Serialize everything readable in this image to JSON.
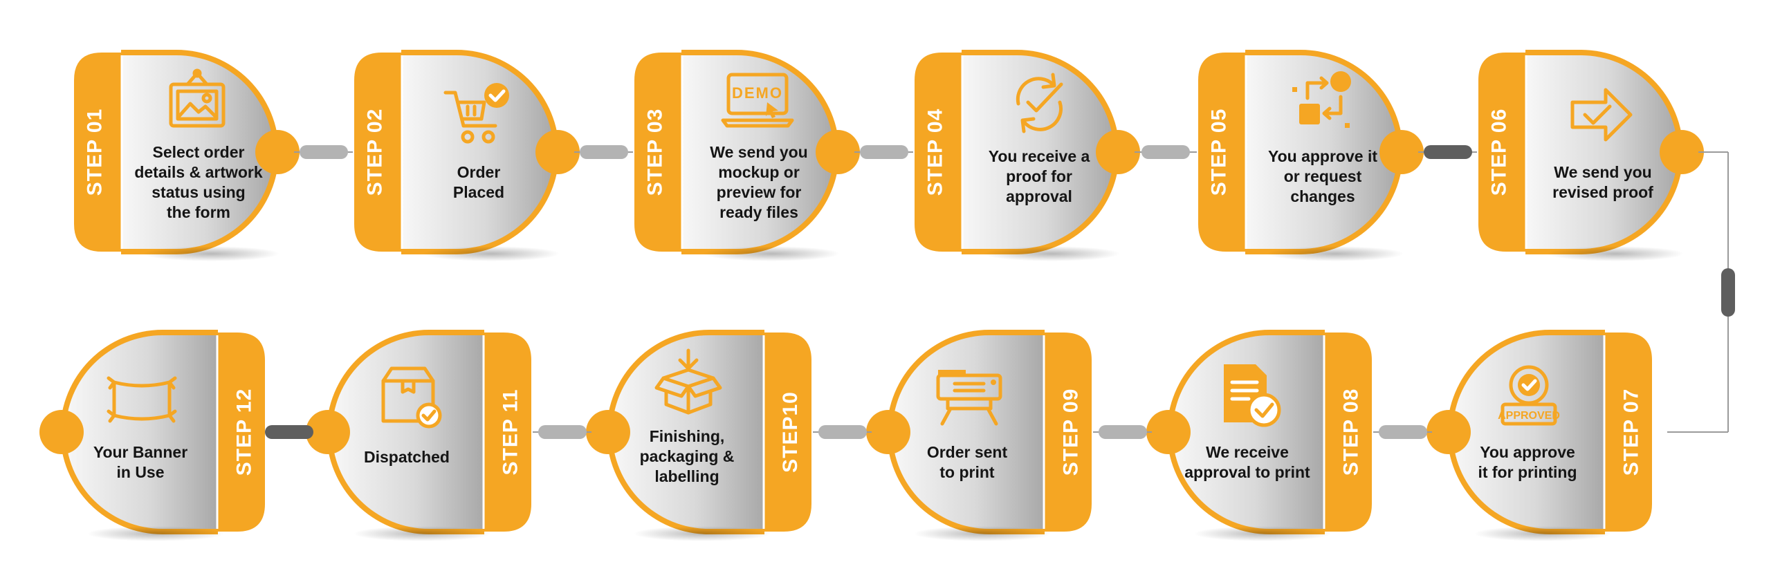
{
  "colors": {
    "accent": "#F5A623",
    "connector_light": "#B3B3B3",
    "connector_dark": "#5E5E5E",
    "text": "#151515",
    "label_text": "#FFFFFF"
  },
  "steps": [
    {
      "label": "STEP 01",
      "caption": "Select order\ndetails & artwork\nstatus using\nthe form",
      "icon": "framed-artwork-icon"
    },
    {
      "label": "STEP 02",
      "caption": "Order\nPlaced",
      "icon": "shopping-cart-check-icon"
    },
    {
      "label": "STEP 03",
      "caption": "We send you\nmockup or\npreview for\nready files",
      "icon": "laptop-demo-icon",
      "icon_text": "DEMO"
    },
    {
      "label": "STEP 04",
      "caption": "You receive a\nproof for\napproval",
      "icon": "refresh-check-icon"
    },
    {
      "label": "STEP 05",
      "caption": "You approve it\nor request\nchanges",
      "icon": "workflow-icon"
    },
    {
      "label": "STEP 06",
      "caption": "We send you\nrevised proof",
      "icon": "arrow-check-icon"
    },
    {
      "label": "STEP 07",
      "caption": "You approve\nit for printing",
      "icon": "approved-stamp-icon",
      "icon_text": "APPROVED"
    },
    {
      "label": "STEP 08",
      "caption": "We receive\napproval to print",
      "icon": "document-check-icon"
    },
    {
      "label": "STEP 09",
      "caption": "Order sent\nto print",
      "icon": "large-format-printer-icon"
    },
    {
      "label": "STEP10",
      "caption": "Finishing,\npackaging &\nlabelling",
      "icon": "box-download-icon"
    },
    {
      "label": "STEP 11",
      "caption": "Dispatched",
      "icon": "package-check-icon"
    },
    {
      "label": "STEP 12",
      "caption": "Your Banner\nin Use",
      "icon": "banner-icon"
    }
  ]
}
